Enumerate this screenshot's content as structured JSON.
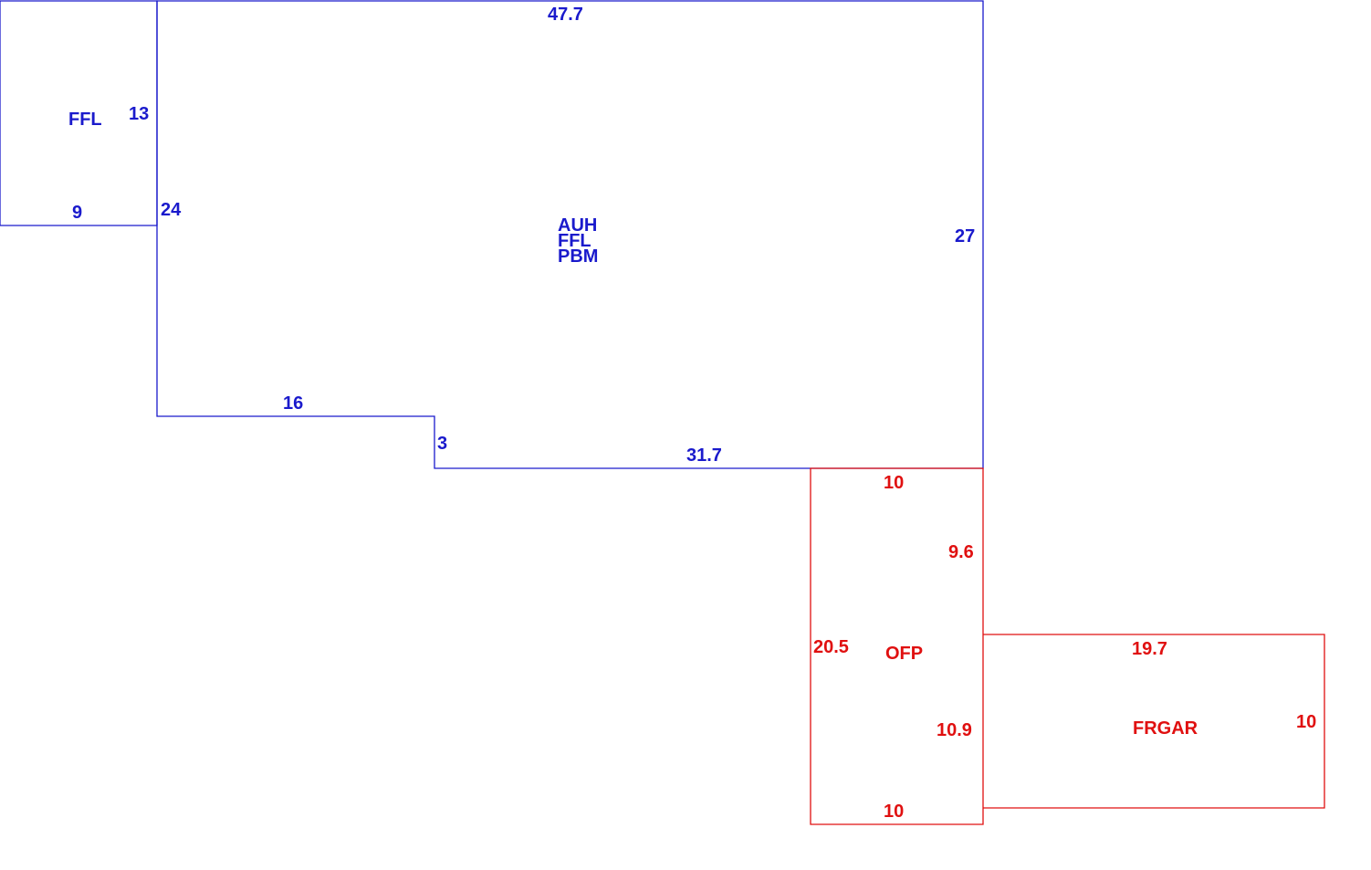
{
  "colors": {
    "living": "#1a1acc",
    "addition": "#e01010"
  },
  "areas": {
    "ffl_left": {
      "code": "FFL",
      "color": "living"
    },
    "main": {
      "codes": [
        "AUH",
        "FFL",
        "PBM"
      ],
      "color": "living"
    },
    "porch": {
      "code": "OFP",
      "color": "addition"
    },
    "garage": {
      "code": "FRGAR",
      "color": "addition"
    }
  },
  "dimensions": {
    "ffl_left_depth": "13",
    "ffl_left_width": "9",
    "main_top": "47.7",
    "main_left": "24",
    "main_right": "27",
    "main_step_top": "16",
    "main_step_side": "3",
    "main_bottom": "31.7",
    "porch_top": "10",
    "porch_right_upper": "9.6",
    "porch_left": "20.5",
    "porch_right_lower": "10.9",
    "porch_bottom": "10",
    "garage_top": "19.7",
    "garage_right": "10"
  }
}
